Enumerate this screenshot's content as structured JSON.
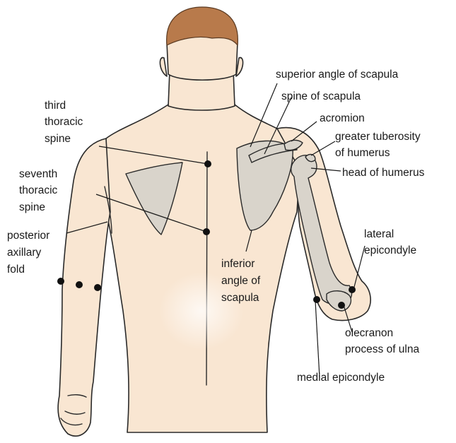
{
  "labels": {
    "superior_angle": "superior angle of scapula",
    "spine_scapula": "spine of scapula",
    "acromion": "acromion",
    "greater_tuberosity_1": "greater tuberosity",
    "greater_tuberosity_2": "of humerus",
    "head_humerus": "head of humerus",
    "third_1": "third",
    "third_2": "thoracic",
    "third_3": "spine",
    "seventh_1": "seventh",
    "seventh_2": "thoracic",
    "seventh_3": "spine",
    "axillary_1": "posterior",
    "axillary_2": "axillary",
    "axillary_3": "fold",
    "inferior_1": "inferior",
    "inferior_2": "angle of",
    "inferior_3": "scapula",
    "lateral_1": "lateral",
    "lateral_2": "epicondyle",
    "olecranon_1": "olecranon",
    "olecranon_2": "process of ulna",
    "medial": "medial epicondyle"
  },
  "colors": {
    "skin": "#f9e6d2",
    "bone": "#d9d4cb",
    "hair": "#b87a4b",
    "line": "#2a2a2a"
  }
}
